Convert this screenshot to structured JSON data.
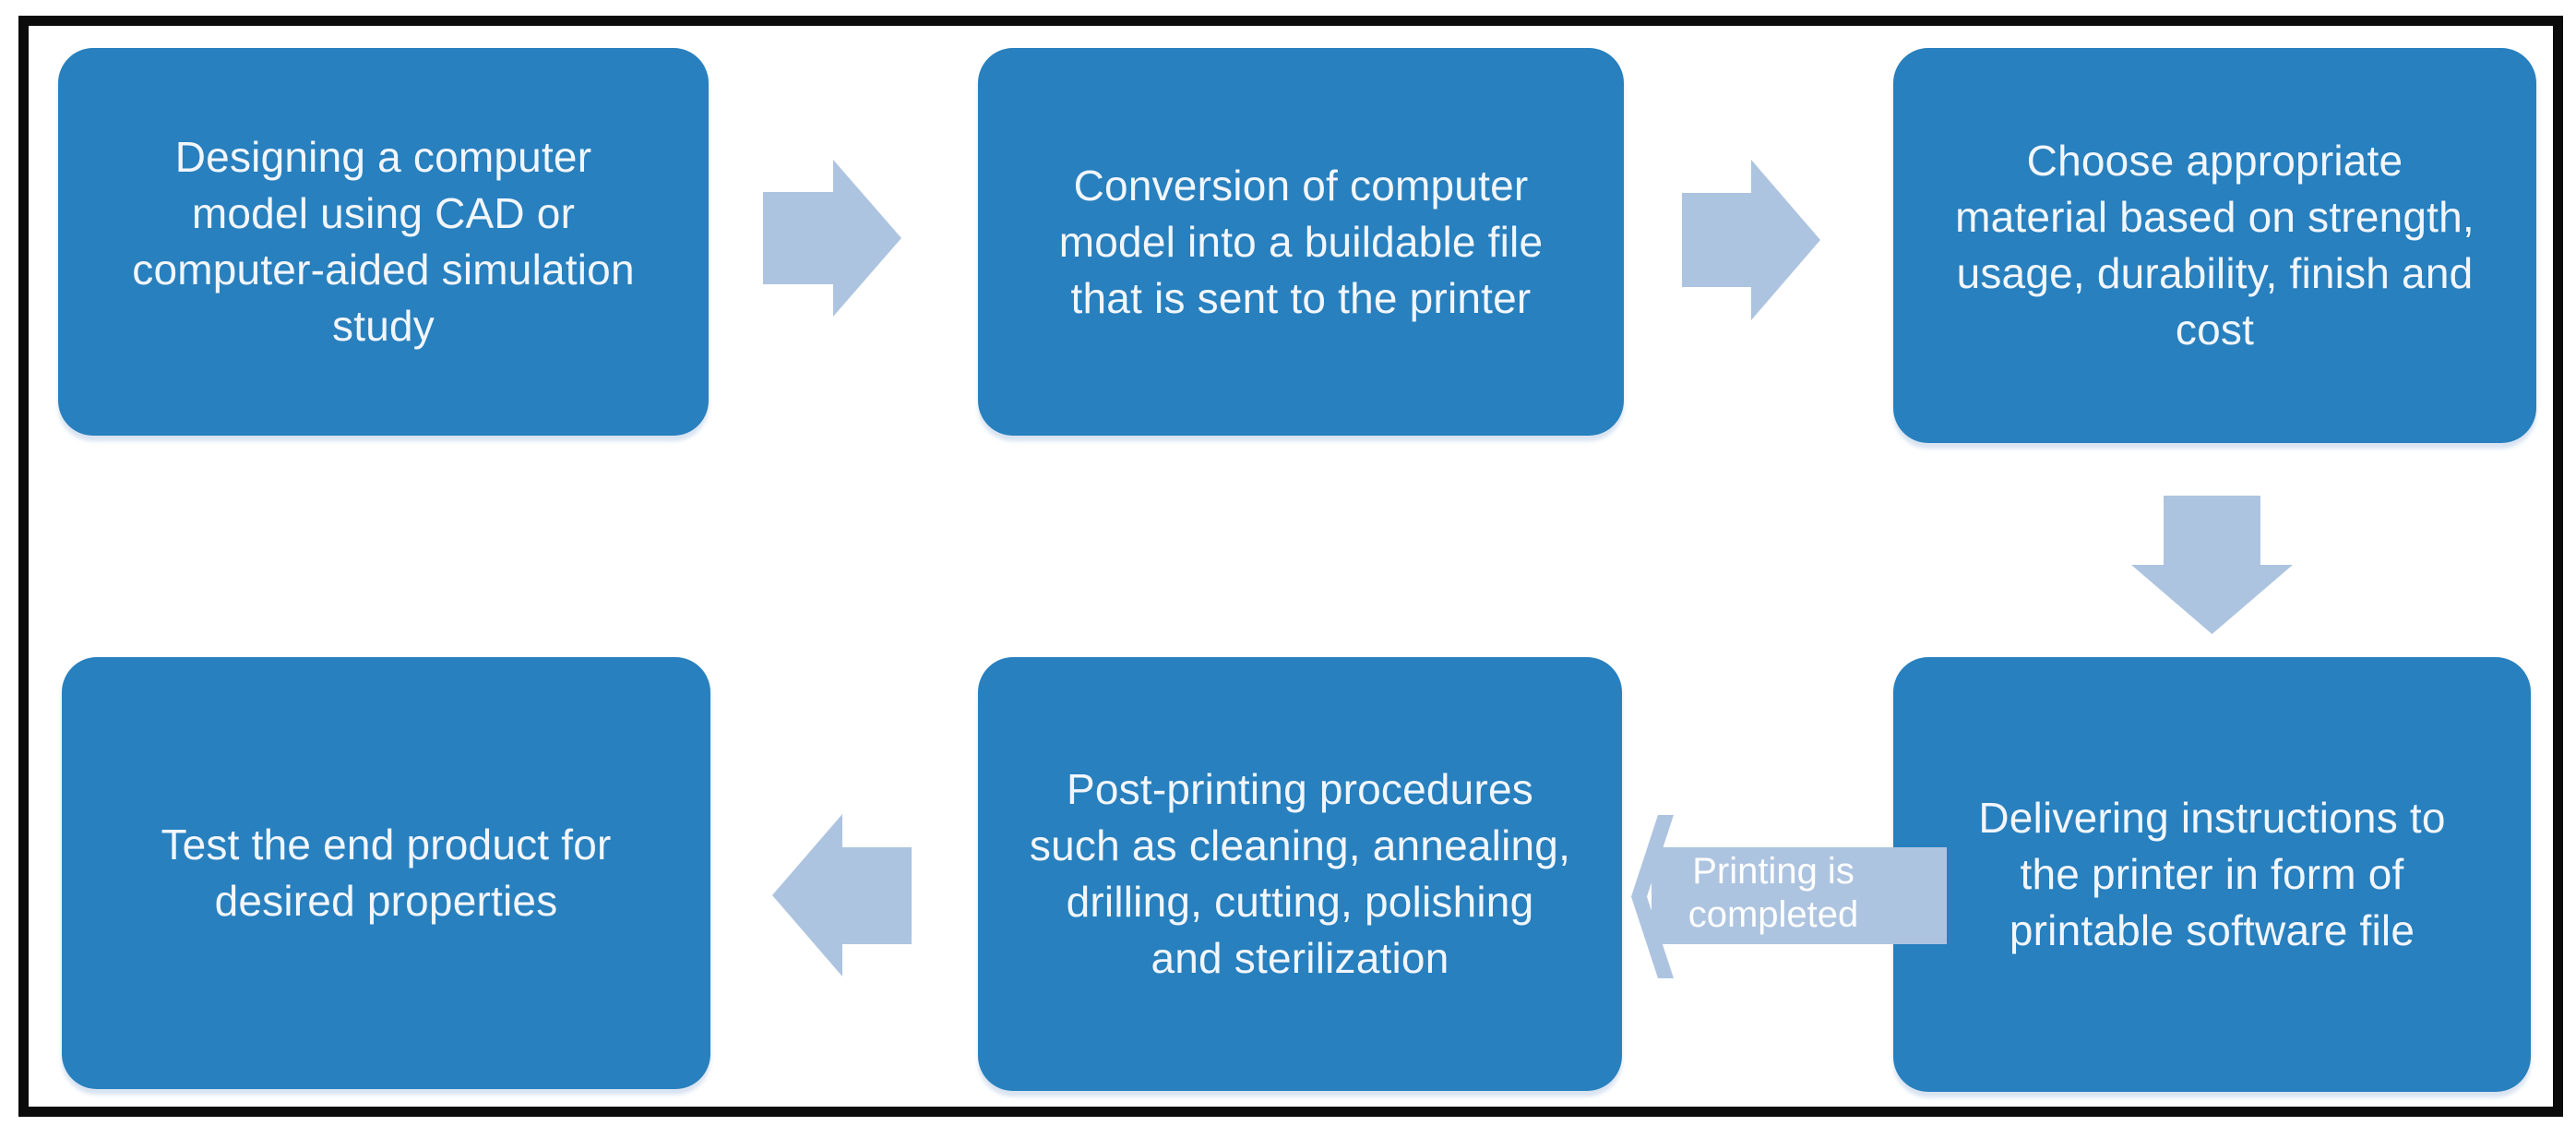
{
  "diagram": {
    "type": "flowchart",
    "subject": "3D printing process"
  },
  "steps": [
    {
      "id": "design",
      "lines": [
        "Designing a computer",
        "model using CAD or",
        "computer-aided simulation",
        "study"
      ]
    },
    {
      "id": "conversion",
      "lines": [
        "Conversion of computer",
        "model into a buildable file",
        "that is sent to the printer"
      ]
    },
    {
      "id": "material",
      "lines": [
        "Choose appropriate",
        "material based on strength,",
        "usage, durability, finish and",
        "cost"
      ]
    },
    {
      "id": "delivery",
      "lines": [
        "Delivering instructions to",
        "the printer in form of",
        "printable software file"
      ]
    },
    {
      "id": "postprocessing",
      "lines": [
        "Post-printing procedures",
        "such as cleaning, annealing,",
        "drilling, cutting, polishing",
        "and sterilization"
      ]
    },
    {
      "id": "testing",
      "lines": [
        "Test the end product for",
        "desired properties"
      ]
    }
  ],
  "connector_label": {
    "lines": [
      "Printing is",
      "completed"
    ]
  },
  "colors": {
    "box_fill": "#2880BE",
    "arrow_fill": "#ADC4E0",
    "box_text": "#F2F6FB",
    "label_text": "#FFFFFF",
    "frame_color": "#0B0B0B",
    "page_bg": "#FFFFFF"
  }
}
